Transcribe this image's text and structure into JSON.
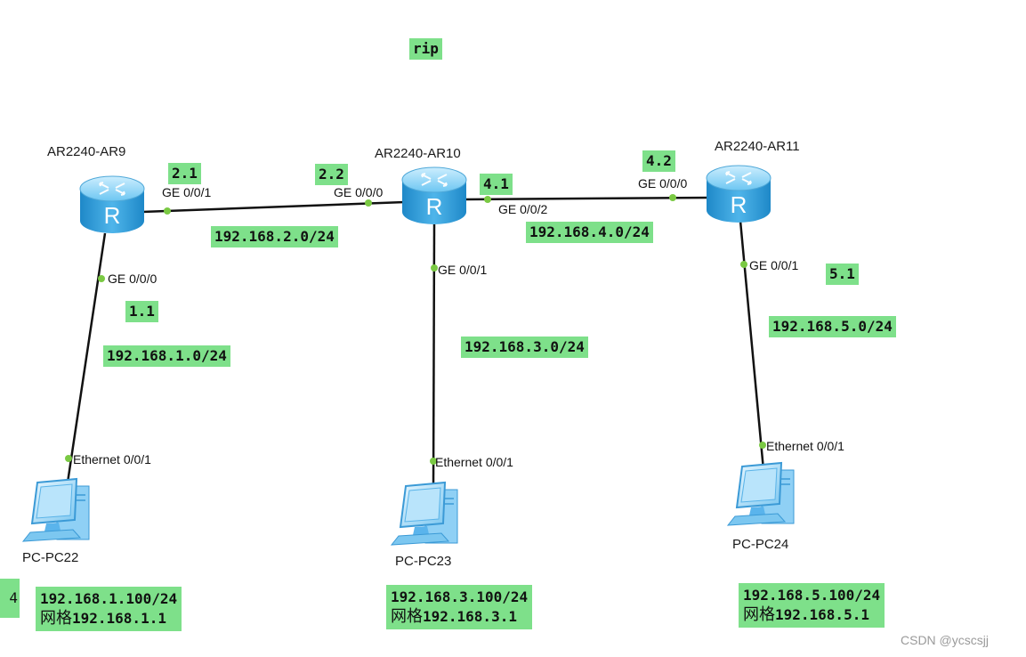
{
  "title_note": "rip",
  "colors": {
    "note_bg": "#7ee08a",
    "link": "#111111",
    "port_dot": "#7ac943",
    "router_body": "#33a3e0",
    "pc_body": "#5ab4ec"
  },
  "devices": {
    "r9": {
      "name": "AR2240-AR9",
      "icon": "router-icon"
    },
    "r10": {
      "name": "AR2240-AR10",
      "icon": "router-icon"
    },
    "r11": {
      "name": "AR2240-AR11",
      "icon": "router-icon"
    },
    "pc22": {
      "name": "PC-PC22",
      "icon": "pc-icon"
    },
    "pc23": {
      "name": "PC-PC23",
      "icon": "pc-icon"
    },
    "pc24": {
      "name": "PC-PC24",
      "icon": "pc-icon"
    }
  },
  "ports": {
    "r9_ge001": "GE 0/0/1",
    "r9_ge000": "GE 0/0/0",
    "r10_ge000": "GE 0/0/0",
    "r10_ge002": "GE 0/0/2",
    "r10_ge001": "GE 0/0/1",
    "r11_ge000": "GE 0/0/0",
    "r11_ge001": "GE 0/0/1",
    "pc22_eth": "Ethernet 0/0/1",
    "pc23_eth": "Ethernet 0/0/1",
    "pc24_eth": "Ethernet 0/0/1"
  },
  "notes": {
    "ip_2_1": "2.1",
    "ip_2_2": "2.2",
    "ip_4_1": "4.1",
    "ip_4_2": "4.2",
    "ip_1_1": "1.1",
    "ip_5_1": "5.1",
    "net_2": "192.168.2.0/24",
    "net_4": "192.168.4.0/24",
    "net_1": "192.168.1.0/24",
    "net_3": "192.168.3.0/24",
    "net_5": "192.168.5.0/24",
    "pc22_ip": "192.168.1.100/24",
    "pc22_gw_label": "网格",
    "pc22_gw": "192.168.1.1",
    "pc23_ip": "192.168.3.100/24",
    "pc23_gw_label": "网格",
    "pc23_gw": "192.168.3.1",
    "pc24_ip": "192.168.5.100/24",
    "pc24_gw_label": "网格",
    "pc24_gw": "192.168.5.1",
    "edge_fragment": "4"
  },
  "watermark": "CSDN @ycscsjj"
}
